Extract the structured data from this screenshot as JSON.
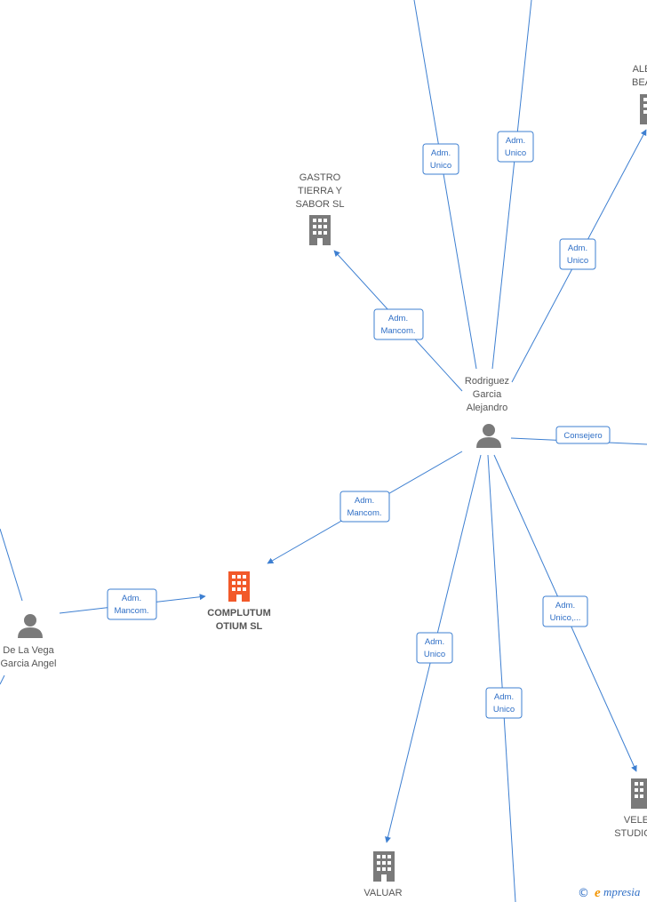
{
  "nodes": {
    "gastro": {
      "label_lines": [
        "GASTRO",
        "TIERRA Y",
        "SABOR  SL"
      ],
      "type": "company",
      "icon": "building-icon"
    },
    "alejandro": {
      "label_lines": [
        "Rodriguez",
        "Garcia",
        "Alejandro"
      ],
      "type": "person",
      "icon": "person-icon"
    },
    "complutum": {
      "label_lines": [
        "COMPLUTUM",
        "OTIUM  SL"
      ],
      "type": "company-main",
      "icon": "building-icon"
    },
    "angel": {
      "label_lines": [
        "De La Vega",
        "Garcia Angel"
      ],
      "type": "person",
      "icon": "person-icon"
    },
    "ale_bea": {
      "label_lines": [
        "ALE",
        "BEA"
      ],
      "type": "company",
      "icon": "building-icon"
    },
    "velez": {
      "label_lines": [
        "VELE",
        "STUDIO"
      ],
      "type": "company",
      "icon": "building-icon"
    },
    "valuar": {
      "label_lines": [
        "VALUAR"
      ],
      "type": "company",
      "icon": "building-icon"
    }
  },
  "edges": [
    {
      "id": "e1",
      "label_lines": [
        "Adm.",
        "Unico"
      ]
    },
    {
      "id": "e2",
      "label_lines": [
        "Adm.",
        "Unico"
      ]
    },
    {
      "id": "e3",
      "label_lines": [
        "Adm.",
        "Unico"
      ]
    },
    {
      "id": "e4",
      "label_lines": [
        "Adm.",
        "Mancom."
      ]
    },
    {
      "id": "e5",
      "label_lines": [
        "Consejero"
      ]
    },
    {
      "id": "e6",
      "label_lines": [
        "Adm.",
        "Mancom."
      ]
    },
    {
      "id": "e7",
      "label_lines": [
        "Adm.",
        "Mancom."
      ]
    },
    {
      "id": "e8",
      "label_lines": [
        "Adm.",
        "Unico"
      ]
    },
    {
      "id": "e9",
      "label_lines": [
        "Adm.",
        "Unico"
      ]
    },
    {
      "id": "e10",
      "label_lines": [
        "Adm.",
        "Unico,..."
      ]
    }
  ],
  "colors": {
    "edge": "#3d7fd1",
    "icon_gray": "#7a7a7a",
    "main_company": "#f2592a",
    "brand": "#2f6fc6",
    "brand_accent": "#f29400"
  },
  "brand": {
    "copyright": "©",
    "initial": "e",
    "name": "mpresia"
  }
}
